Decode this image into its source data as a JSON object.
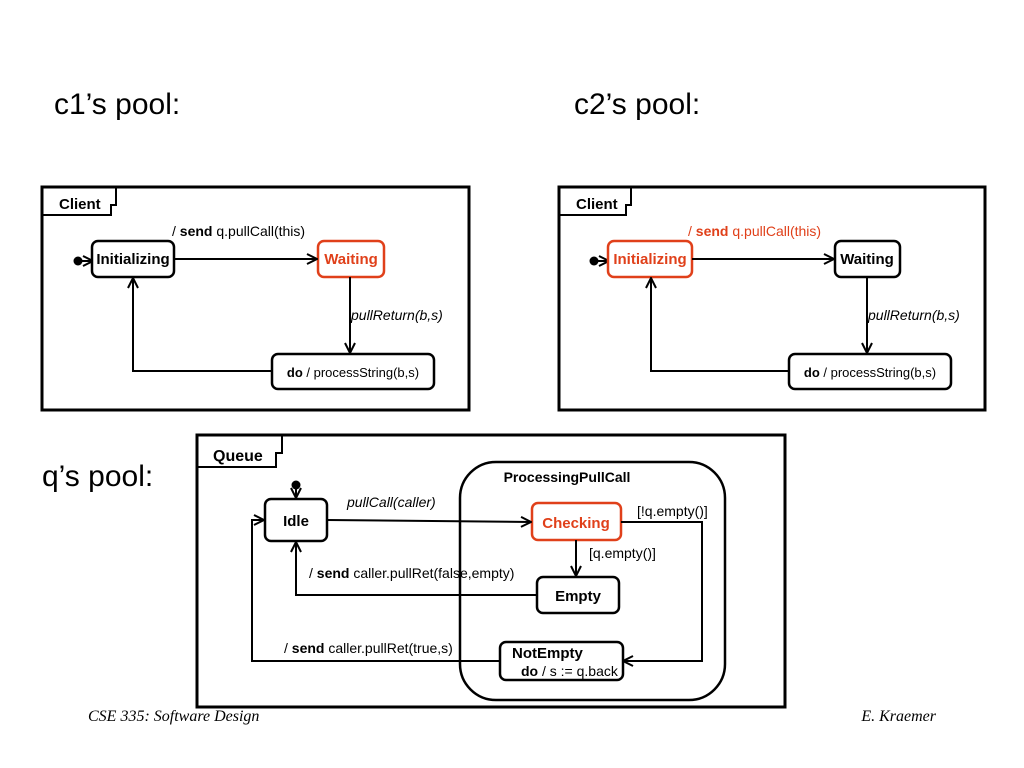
{
  "pools": {
    "c1_title": "c1’s pool:",
    "c2_title": "c2’s pool:",
    "q_title": "q’s pool:"
  },
  "c1": {
    "frame_label": "Client",
    "state_initializing": "Initializing",
    "state_waiting": "Waiting",
    "transition_send_slash": "/ ",
    "transition_send_kw": "send",
    "transition_send_rest": " q.pullCall(this)",
    "transition_return": "pullReturn(b,s)",
    "do_kw": "do",
    "do_rest": " / processString(b,s)",
    "highlight": "waiting"
  },
  "c2": {
    "frame_label": "Client",
    "state_initializing": "Initializing",
    "state_waiting": "Waiting",
    "transition_send_slash": "/ ",
    "transition_send_kw": "send",
    "transition_send_rest": " q.pullCall(this)",
    "transition_return": "pullReturn(b,s)",
    "do_kw": "do",
    "do_rest": " / processString(b,s)",
    "highlight": "initializing"
  },
  "queue": {
    "frame_label": "Queue",
    "composite_label": "ProcessingPullCall",
    "state_idle": "Idle",
    "state_checking": "Checking",
    "state_empty": "Empty",
    "state_notempty": "NotEmpty",
    "notempty_do_kw": "do",
    "notempty_do_rest": " / s := q.back",
    "transition_pullcall": "pullCall(caller)",
    "guard_not_empty": "[!q.empty()]",
    "guard_empty": "[q.empty()]",
    "send_false_slash": "/ ",
    "send_false_kw": "send",
    "send_false_rest": " caller.pullRet(false,empty)",
    "send_true_slash": "/ ",
    "send_true_kw": "send",
    "send_true_rest": " caller.pullRet(true,s)"
  },
  "footer": {
    "left": "CSE 335: Software Design",
    "right": "E. Kraemer"
  },
  "colors": {
    "highlight": "#e0401a",
    "stroke": "#000000"
  }
}
